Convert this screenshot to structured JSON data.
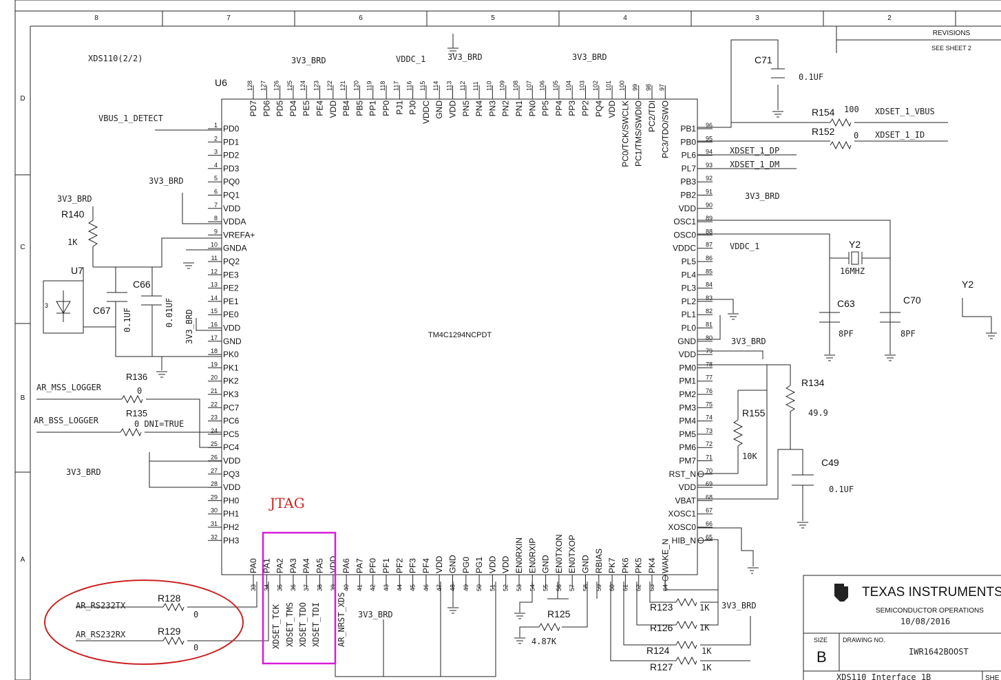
{
  "frame": {
    "cols": [
      "8",
      "7",
      "6",
      "5",
      "4",
      "3",
      "2"
    ],
    "rows": [
      "D",
      "C",
      "B",
      "A"
    ],
    "revisions": "REVISIONS",
    "see_sheet": "SEE SHEET 2"
  },
  "sheet_title": "XDS110(2/2)",
  "ic": {
    "ref": "U6",
    "part": "TM4C1294NCPDT",
    "left_pins": [
      [
        "1",
        "PD0"
      ],
      [
        "2",
        "PD1"
      ],
      [
        "3",
        "PD2"
      ],
      [
        "4",
        "PD3"
      ],
      [
        "5",
        "PQ0"
      ],
      [
        "6",
        "PQ1"
      ],
      [
        "7",
        "VDD"
      ],
      [
        "8",
        "VDDA"
      ],
      [
        "9",
        "VREFA+"
      ],
      [
        "10",
        "GNDA"
      ],
      [
        "11",
        "PQ2"
      ],
      [
        "12",
        "PE3"
      ],
      [
        "13",
        "PE2"
      ],
      [
        "14",
        "PE1"
      ],
      [
        "15",
        "PE0"
      ],
      [
        "16",
        "VDD"
      ],
      [
        "17",
        "GND"
      ],
      [
        "18",
        "PK0"
      ],
      [
        "19",
        "PK1"
      ],
      [
        "20",
        "PK2"
      ],
      [
        "21",
        "PK3"
      ],
      [
        "22",
        "PC7"
      ],
      [
        "23",
        "PC6"
      ],
      [
        "24",
        "PC5"
      ],
      [
        "25",
        "PC4"
      ],
      [
        "26",
        "VDD"
      ],
      [
        "27",
        "PQ3"
      ],
      [
        "28",
        "VDD"
      ],
      [
        "29",
        "PH0"
      ],
      [
        "30",
        "PH1"
      ],
      [
        "31",
        "PH2"
      ],
      [
        "32",
        "PH3"
      ]
    ],
    "right_pins": [
      [
        "96",
        "PB1"
      ],
      [
        "95",
        "PB0"
      ],
      [
        "94",
        "PL6"
      ],
      [
        "93",
        "PL7"
      ],
      [
        "92",
        "PB3"
      ],
      [
        "91",
        "PB2"
      ],
      [
        "90",
        "VDD"
      ],
      [
        "89",
        "OSC1"
      ],
      [
        "88",
        "OSC0"
      ],
      [
        "87",
        "VDDC"
      ],
      [
        "86",
        "PL5"
      ],
      [
        "85",
        "PL4"
      ],
      [
        "84",
        "PL3"
      ],
      [
        "83",
        "PL2"
      ],
      [
        "82",
        "PL1"
      ],
      [
        "81",
        "PL0"
      ],
      [
        "80",
        "GND"
      ],
      [
        "79",
        "VDD"
      ],
      [
        "78",
        "PM0"
      ],
      [
        "77",
        "PM1"
      ],
      [
        "76",
        "PM2"
      ],
      [
        "75",
        "PM3"
      ],
      [
        "74",
        "PM4"
      ],
      [
        "73",
        "PM5"
      ],
      [
        "72",
        "PM6"
      ],
      [
        "71",
        "PM7"
      ],
      [
        "70",
        "RST_N"
      ],
      [
        "69",
        "VDD"
      ],
      [
        "68",
        "VBAT"
      ],
      [
        "67",
        "XOSC1"
      ],
      [
        "66",
        "XOSC0"
      ],
      [
        "65",
        "HIB_N"
      ]
    ],
    "top_pins": [
      [
        "128",
        "PD7"
      ],
      [
        "127",
        "PD6"
      ],
      [
        "126",
        "PD5"
      ],
      [
        "125",
        "PD4"
      ],
      [
        "124",
        "PE5"
      ],
      [
        "123",
        "PE4"
      ],
      [
        "122",
        "VDD"
      ],
      [
        "121",
        "PB4"
      ],
      [
        "120",
        "PB5"
      ],
      [
        "119",
        "PP1"
      ],
      [
        "118",
        "PP0"
      ],
      [
        "117",
        "PJ1"
      ],
      [
        "116",
        "PJ0"
      ],
      [
        "115",
        "VDDC"
      ],
      [
        "114",
        "GND"
      ],
      [
        "113",
        "VDD"
      ],
      [
        "112",
        "PN5"
      ],
      [
        "111",
        "PN4"
      ],
      [
        "110",
        "PN3"
      ],
      [
        "109",
        "PN2"
      ],
      [
        "108",
        "PN1"
      ],
      [
        "107",
        "PN0"
      ],
      [
        "106",
        "PP5"
      ],
      [
        "105",
        "PP4"
      ],
      [
        "104",
        "PP3"
      ],
      [
        "103",
        "PP2"
      ],
      [
        "102",
        "PQ4"
      ],
      [
        "101",
        "VDD"
      ],
      [
        "100",
        "PC0/TCK/SWCLK"
      ],
      [
        "99",
        "PC1/TMS/SWDIO"
      ],
      [
        "98",
        "PC2/TDI"
      ],
      [
        "97",
        "PC3/TDO/SWO"
      ]
    ],
    "bottom_pins": [
      [
        "33",
        "PA0"
      ],
      [
        "34",
        "PA1"
      ],
      [
        "35",
        "PA2"
      ],
      [
        "36",
        "PA3"
      ],
      [
        "37",
        "PA4"
      ],
      [
        "38",
        "PA5"
      ],
      [
        "39",
        "VDD"
      ],
      [
        "40",
        "PA6"
      ],
      [
        "41",
        "PA7"
      ],
      [
        "42",
        "PF0"
      ],
      [
        "43",
        "PF1"
      ],
      [
        "44",
        "PF2"
      ],
      [
        "45",
        "PF3"
      ],
      [
        "46",
        "PF4"
      ],
      [
        "47",
        "VDD"
      ],
      [
        "48",
        "GND"
      ],
      [
        "49",
        "PG0"
      ],
      [
        "50",
        "PG1"
      ],
      [
        "51",
        "VDD"
      ],
      [
        "52",
        "VDD"
      ],
      [
        "53",
        "EN0RXIN"
      ],
      [
        "54",
        "EN0RXIP"
      ],
      [
        "55",
        "GND"
      ],
      [
        "56",
        "EN0TXON"
      ],
      [
        "57",
        "EN0TXOP"
      ],
      [
        "58",
        "GND"
      ],
      [
        "59",
        "RBIAS"
      ],
      [
        "60",
        "PK7"
      ],
      [
        "61",
        "PK6"
      ],
      [
        "62",
        "PK5"
      ],
      [
        "63",
        "PK4"
      ],
      [
        "64",
        "WAKE_N"
      ]
    ]
  },
  "nets": {
    "vbus_detect": "VBUS_1_DETECT",
    "rail": "3V3_BRD",
    "vddc": "VDDC_1",
    "xdset_vbus": "XDSET_1_VBUS",
    "xdset_id": "XDSET_1_ID",
    "xdset_dp": "XDSET_1_DP",
    "xdset_dm": "XDSET_1_DM",
    "mss_logger": "AR_MSS_LOGGER",
    "bss_logger": "AR_BSS_LOGGER",
    "rs232tx": "AR_RS232TX",
    "rs232rx": "AR_RS232RX",
    "jtag_nets": [
      "XDSET_TCK",
      "XDSET_TMS",
      "XDSET_TDO",
      "XDSET_TDI"
    ],
    "nrst": "AR_NRST_XDS"
  },
  "components": {
    "c71": {
      "ref": "C71",
      "val": "0.1UF"
    },
    "r154": {
      "ref": "R154",
      "val": "100"
    },
    "r152": {
      "ref": "R152",
      "val": "0"
    },
    "r140": {
      "ref": "R140",
      "val": "1K"
    },
    "u7": {
      "ref": "U7",
      "pin": "3"
    },
    "c66": {
      "ref": "C66",
      "val": "0.01UF"
    },
    "c67": {
      "ref": "C67",
      "val": "0.1UF"
    },
    "r136": {
      "ref": "R136",
      "val": "0"
    },
    "r135": {
      "ref": "R135",
      "val": "0 DNI=TRUE"
    },
    "y2": {
      "ref": "Y2",
      "val": "16MHZ"
    },
    "y2b": {
      "ref": "Y2"
    },
    "c63": {
      "ref": "C63",
      "val": "8PF"
    },
    "c70": {
      "ref": "C70",
      "val": "8PF"
    },
    "r134": {
      "ref": "R134",
      "val": "49.9"
    },
    "r155": {
      "ref": "R155",
      "val": "10K"
    },
    "c49": {
      "ref": "C49",
      "val": "0.1UF"
    },
    "r128": {
      "ref": "R128",
      "val": "0"
    },
    "r129": {
      "ref": "R129",
      "val": "0"
    },
    "r125": {
      "ref": "R125",
      "val": "4.87K"
    },
    "r123": {
      "ref": "R123",
      "val": "1K"
    },
    "r126": {
      "ref": "R126",
      "val": "1K"
    },
    "r124": {
      "ref": "R124",
      "val": "1K"
    },
    "r127": {
      "ref": "R127",
      "val": "1K"
    }
  },
  "annotation": {
    "jtag": "JTAG",
    "jtag_color": "#d61cd6",
    "circle_color": "#cc2222"
  },
  "title_block": {
    "company": "TEXAS INSTRUMENTS",
    "dept": "SEMICONDUCTOR OPERATIONS",
    "date": "10/08/2016",
    "size_label": "SIZE",
    "size": "B",
    "drawing_label": "DRAWING NO.",
    "drawing_no": "IWR1642BOOST",
    "title": "XDS110 Interface 1B",
    "sheet_cut": "SHE"
  }
}
